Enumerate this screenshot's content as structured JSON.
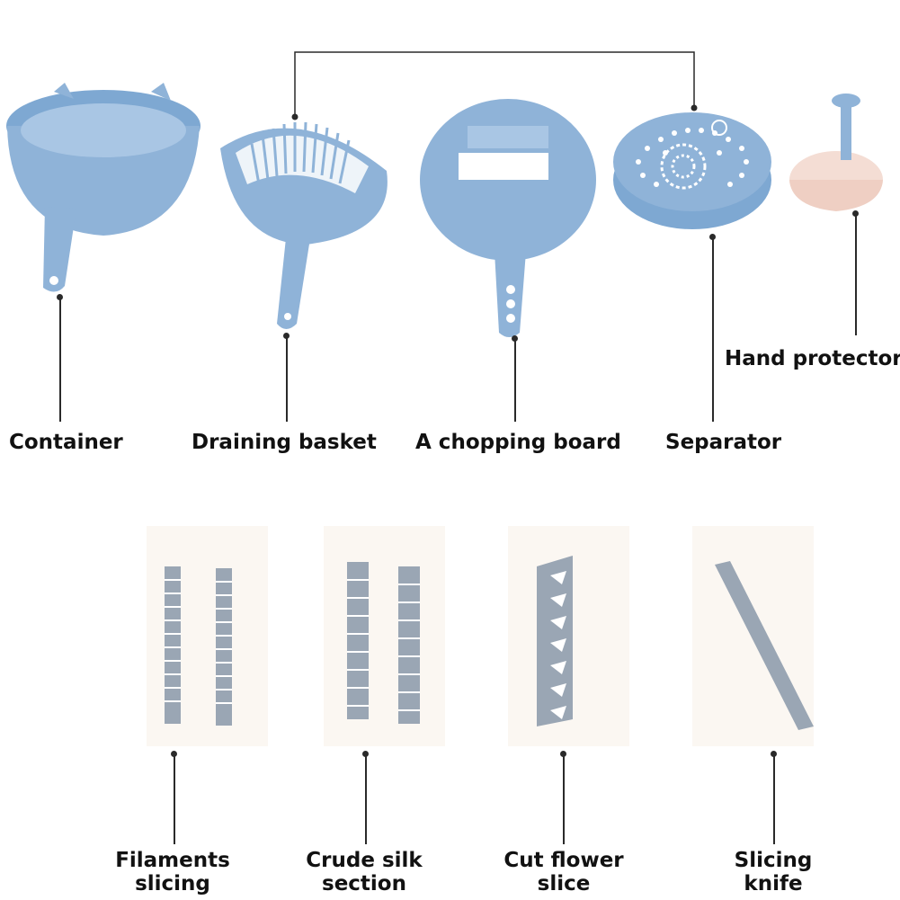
{
  "labels": {
    "container": "Container",
    "draining_basket": "Draining basket",
    "chopping_board": "A chopping board",
    "separator": "Separator",
    "hand_protector": "Hand protector",
    "filaments_1": "Filaments",
    "filaments_2": "slicing",
    "crude_1": "Crude silk",
    "crude_2": "section",
    "cutflower_1": "Cut flower",
    "cutflower_2": "slice",
    "slicing_1": "Slicing",
    "slicing_2": "knife"
  },
  "colors": {
    "blue": "#8fb3d8",
    "blue_dark": "#6f98c4",
    "pink": "#f4ddd4",
    "blade": "#9aa6b4"
  }
}
